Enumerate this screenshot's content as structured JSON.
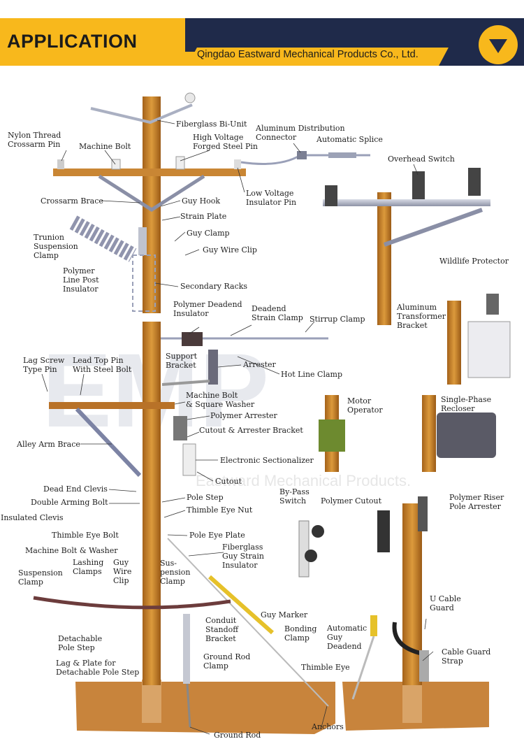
{
  "header": {
    "title": "APPLICATION",
    "company": "Qingdao Eastward Mechanical Products Co., Ltd.",
    "menu_icon": "chevron-down-icon",
    "colors": {
      "brand_yellow": "#f8b81c",
      "brand_navy": "#1f2a4a"
    }
  },
  "watermark": {
    "logo_text": "EMP",
    "text": "Eastward Mechanical Products."
  },
  "labels": {
    "fiberglass_bi_unit": "Fiberglass Bi-Unit",
    "aluminum_distribution_1": "Aluminum Distribution",
    "aluminum_distribution_2": "Connector",
    "automatic_splice": "Automatic Splice",
    "nylon_thread_1": "Nylon Thread",
    "nylon_thread_2": "Crossarm Pin",
    "machine_bolt": "Machine Bolt",
    "hv_pin_1": "High Voltage",
    "hv_pin_2": "Forged Steel Pin",
    "overhead_switch": "Overhead Switch",
    "low_voltage_1": "Low Voltage",
    "low_voltage_2": "Insulator Pin",
    "crossarm_brace": "Crossarm Brace",
    "guy_hook": "Guy Hook",
    "strain_plate": "Strain Plate",
    "trunion_1": "Trunion",
    "trunion_2": "Suspension",
    "trunion_3": "Clamp",
    "guy_clamp": "Guy Clamp",
    "guy_wire_clip": "Guy Wire Clip",
    "polymer_lpi_1": "Polymer",
    "polymer_lpi_2": "Line Post",
    "polymer_lpi_3": "Insulator",
    "secondary_racks": "Secondary Racks",
    "wildlife_protector": "Wildlife Protector",
    "polymer_deadend_1": "Polymer Deadend",
    "polymer_deadend_2": "Insulator",
    "deadend_strain_1": "Deadend",
    "deadend_strain_2": "Strain Clamp",
    "stirrup_clamp": "Stirrup Clamp",
    "al_transformer_1": "Aluminum",
    "al_transformer_2": "Transformer",
    "al_transformer_3": "Bracket",
    "lag_screw_1": "Lag Screw",
    "lag_screw_2": "Type Pin",
    "lead_top_1": "Lead Top Pin",
    "lead_top_2": "With Steel Bolt",
    "support_bracket_1": "Support",
    "support_bracket_2": "Bracket",
    "arrester": "Arrester",
    "hot_line_clamp": "Hot Line Clamp",
    "machine_bolt_sq_1": "Machine Bolt",
    "machine_bolt_sq_2": "& Square Washer",
    "motor_operator_1": "Motor",
    "motor_operator_2": "Operator",
    "single_phase_1": "Single-Phase",
    "single_phase_2": "Recloser",
    "polymer_arrester": "Polymer Arrester",
    "cutout_arrester_bracket": "Cutout & Arrester Bracket",
    "alley_arm_brace": "Alley Arm Brace",
    "electronic_sectionalizer": "Electronic Sectionalizer",
    "cutout": "Cutout",
    "dead_end_clevis": "Dead End Clevis",
    "by_pass_1": "By-Pass",
    "by_pass_2": "Switch",
    "polymer_cutout": "Polymer Cutout",
    "polymer_riser_1": "Polymer Riser",
    "polymer_riser_2": "Pole Arrester",
    "pole_step": "Pole Step",
    "double_arming_bolt": "Double Arming Bolt",
    "thimble_eye_nut": "Thimble Eye Nut",
    "insulated_clevis": "Insulated Clevis",
    "thimble_eye_bolt": "Thimble Eye Bolt",
    "pole_eye_plate": "Pole Eye Plate",
    "machine_bolt_washer": "Machine Bolt & Washer",
    "fiberglass_guy_1": "Fiberglass",
    "fiberglass_guy_2": "Guy Strain",
    "fiberglass_guy_3": "Insulator",
    "lashing_1": "Lashing",
    "lashing_2": "Clamps",
    "guy_wire_clip2_1": "Guy",
    "guy_wire_clip2_2": "Wire",
    "guy_wire_clip2_3": "Clip",
    "susp_clamp_a_1": "Suspension",
    "susp_clamp_a_2": "Clamp",
    "susp_clamp_b_1": "Sus-",
    "susp_clamp_b_2": "pension",
    "susp_clamp_b_3": "Clamp",
    "u_cable_1": "U Cable",
    "u_cable_2": "Guard",
    "guy_marker": "Guy Marker",
    "conduit_1": "Conduit",
    "conduit_2": "Standoff",
    "conduit_3": "Bracket",
    "bonding_1": "Bonding",
    "bonding_2": "Clamp",
    "auto_guy_1": "Automatic",
    "auto_guy_2": "Guy",
    "auto_guy_3": "Deadend",
    "detachable_1": "Detachable",
    "detachable_2": "Pole Step",
    "cable_guard_1": "Cable Guard",
    "cable_guard_2": "Strap",
    "lag_plate_1": "Lag & Plate for",
    "lag_plate_2": "Detachable Pole Step",
    "ground_rod_clamp_1": "Ground Rod",
    "ground_rod_clamp_2": "Clamp",
    "thimble_eye": "Thimble Eye",
    "anchors": "Anchors",
    "ground_rod": "Ground Rod"
  }
}
